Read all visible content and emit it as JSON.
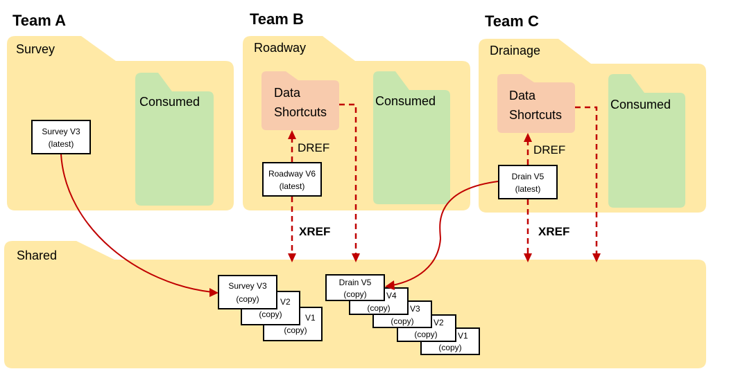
{
  "colors": {
    "folder": "#FFE9A6",
    "consumed": "#C7E6AE",
    "data_shortcuts": "#F8CBAD",
    "arrow": "#C00000",
    "box_stroke": "#000000"
  },
  "teams": [
    {
      "title": "Team A",
      "folder": "Survey",
      "consumed": "Consumed",
      "latest_file": {
        "name": "Survey V3",
        "tag": "(latest)"
      }
    },
    {
      "title": "Team B",
      "folder": "Roadway",
      "data_shortcuts": [
        "Data",
        "Shortcuts"
      ],
      "consumed": "Consumed",
      "dref_label": "DREF",
      "xref_label": "XREF",
      "latest_file": {
        "name": "Roadway V6",
        "tag": "(latest)"
      }
    },
    {
      "title": "Team C",
      "folder": "Drainage",
      "data_shortcuts": [
        "Data",
        "Shortcuts"
      ],
      "consumed": "Consumed",
      "dref_label": "DREF",
      "xref_label": "XREF",
      "latest_file": {
        "name": "Drain V5",
        "tag": "(latest)"
      }
    }
  ],
  "shared": {
    "folder": "Shared",
    "survey_copies": [
      {
        "name": "Survey V3",
        "tag": "(copy)"
      },
      {
        "name": "V2",
        "tag": "(copy)"
      },
      {
        "name": "V1",
        "tag": "(copy)"
      }
    ],
    "drain_copies": [
      {
        "name": "Drain V5",
        "tag": "(copy)"
      },
      {
        "name": "V4",
        "tag": "(copy)"
      },
      {
        "name": "V3",
        "tag": "(copy)"
      },
      {
        "name": "V2",
        "tag": "(copy)"
      },
      {
        "name": "V1",
        "tag": "(copy)"
      }
    ]
  },
  "connections": [
    {
      "from": "Survey V3 (latest)",
      "to": "Survey V3 (copy)",
      "style": "solid-curve"
    },
    {
      "from": "Drain V5 (latest)",
      "to": "Drain V5 (copy)",
      "style": "solid-curve"
    },
    {
      "from": "Roadway V6 (latest)",
      "to": "Data Shortcuts (Team B)",
      "label": "DREF",
      "style": "dashed"
    },
    {
      "from": "Drain V5 (latest)",
      "to": "Data Shortcuts (Team C)",
      "label": "DREF",
      "style": "dashed"
    },
    {
      "from": "Roadway V6 (latest)",
      "to": "Shared",
      "label": "XREF",
      "style": "dashed"
    },
    {
      "from": "Data Shortcuts (Team B)",
      "to": "Shared",
      "style": "dashed"
    },
    {
      "from": "Drain V5 (latest)",
      "to": "Shared",
      "label": "XREF",
      "style": "dashed"
    },
    {
      "from": "Data Shortcuts (Team C)",
      "to": "Shared",
      "style": "dashed"
    }
  ]
}
